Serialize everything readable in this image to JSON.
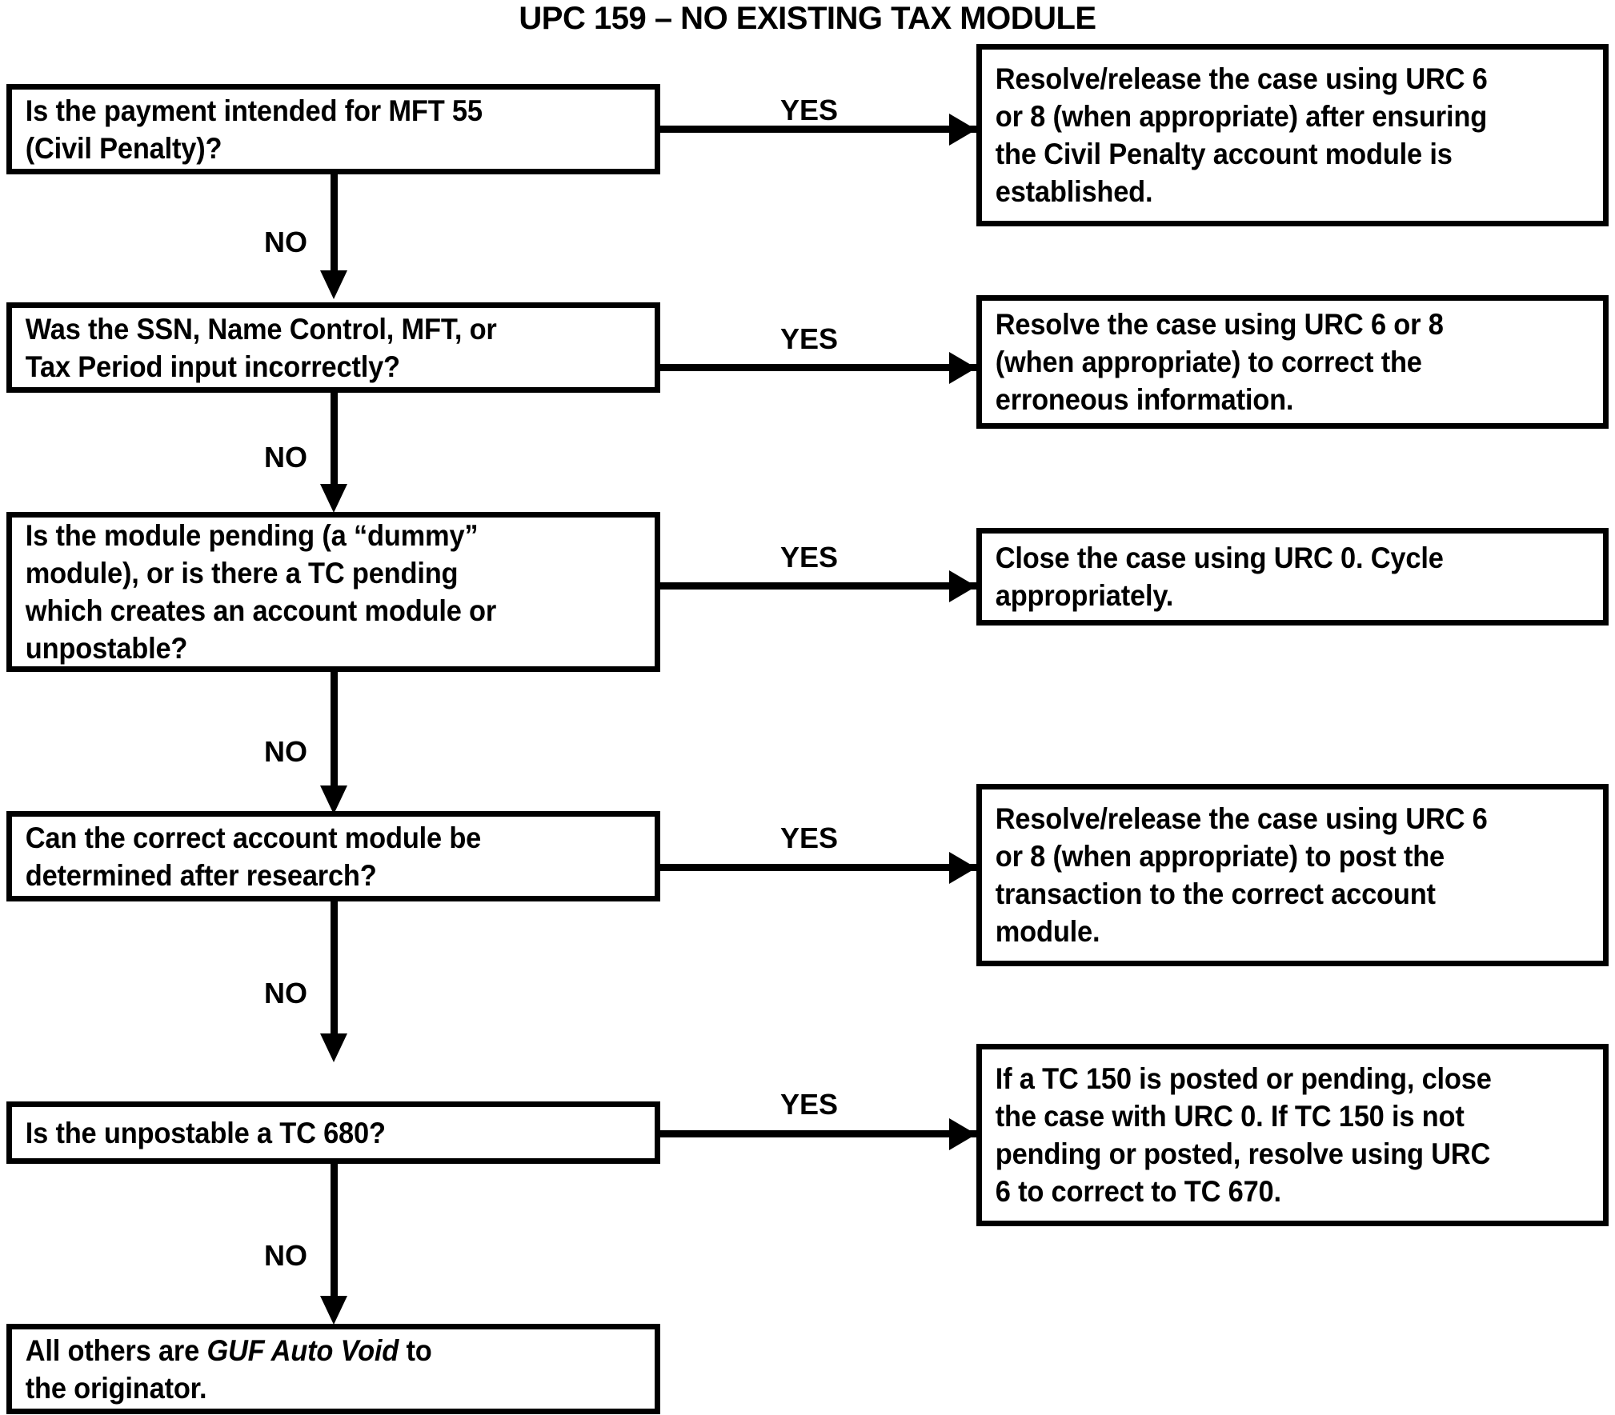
{
  "title": "UPC 159 – NO EXISTING TAX MODULE",
  "labels": {
    "yes": "YES",
    "no": "NO"
  },
  "decisions": [
    {
      "id": "mft55",
      "text": "Is the payment intended for MFT 55\n(Civil Penalty)?"
    },
    {
      "id": "ssn-input",
      "text": "Was the SSN, Name Control, MFT, or\nTax Period input incorrectly?"
    },
    {
      "id": "module-pending",
      "text": "Is the module pending (a “dummy”\nmodule), or is there a TC pending\nwhich creates an account module or\nunpostable?"
    },
    {
      "id": "correct-module",
      "text": "Can the correct account module be\ndetermined after research?"
    },
    {
      "id": "tc680",
      "text": "Is the unpostable a TC 680?"
    }
  ],
  "actions": [
    {
      "id": "civil-penalty-action",
      "text": "Resolve/release the case using URC 6\nor 8 (when appropriate) after ensuring\nthe Civil Penalty account module is\nestablished."
    },
    {
      "id": "erroneous-info-action",
      "text": "Resolve the case using URC 6 or 8\n(when appropriate) to correct the\nerroneous information."
    },
    {
      "id": "close-urc0-action",
      "text": "Close the case using URC 0.  Cycle\nappropriately."
    },
    {
      "id": "post-transaction-action",
      "text": "Resolve/release the case using URC 6\nor 8 (when appropriate) to post the\ntransaction to the correct account\nmodule."
    },
    {
      "id": "tc150-action",
      "text": "If a TC 150 is posted or pending, close\nthe case with URC 0.  If TC 150 is not\npending or posted, resolve using URC\n6 to correct to TC 670."
    }
  ],
  "terminal": {
    "id": "guf-auto-void",
    "prefix": "All others are ",
    "emphasis": "GUF Auto Void",
    "suffix": " to\nthe originator."
  }
}
